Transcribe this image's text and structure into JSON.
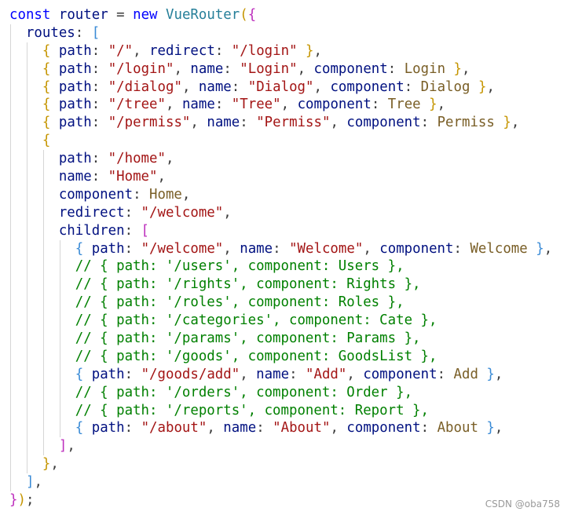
{
  "editor": {
    "lines": [
      {
        "indent": 0,
        "tokens": [
          [
            "const",
            "kw"
          ],
          [
            " ",
            "punc"
          ],
          [
            "router",
            "prop"
          ],
          [
            " = ",
            "punc"
          ],
          [
            "new",
            "kw"
          ],
          [
            " ",
            "punc"
          ],
          [
            "VueRouter",
            "fn"
          ],
          [
            "(",
            "b1"
          ],
          [
            "{",
            "b2"
          ]
        ]
      },
      {
        "indent": 1,
        "tokens": [
          [
            "routes",
            "prop"
          ],
          [
            ": ",
            "punc"
          ],
          [
            "[",
            "b3"
          ]
        ]
      },
      {
        "indent": 2,
        "tokens": [
          [
            "{",
            "b1"
          ],
          [
            " ",
            "punc"
          ],
          [
            "path",
            "prop"
          ],
          [
            ": ",
            "punc"
          ],
          [
            "\"/\"",
            "str"
          ],
          [
            ", ",
            "punc"
          ],
          [
            "redirect",
            "prop"
          ],
          [
            ": ",
            "punc"
          ],
          [
            "\"/login\"",
            "str"
          ],
          [
            " ",
            "punc"
          ],
          [
            "}",
            "b1"
          ],
          [
            ",",
            "punc"
          ]
        ]
      },
      {
        "indent": 2,
        "tokens": [
          [
            "{",
            "b1"
          ],
          [
            " ",
            "punc"
          ],
          [
            "path",
            "prop"
          ],
          [
            ": ",
            "punc"
          ],
          [
            "\"/login\"",
            "str"
          ],
          [
            ", ",
            "punc"
          ],
          [
            "name",
            "prop"
          ],
          [
            ": ",
            "punc"
          ],
          [
            "\"Login\"",
            "str"
          ],
          [
            ", ",
            "punc"
          ],
          [
            "component",
            "prop"
          ],
          [
            ": ",
            "punc"
          ],
          [
            "Login",
            "id"
          ],
          [
            " ",
            "punc"
          ],
          [
            "}",
            "b1"
          ],
          [
            ",",
            "punc"
          ]
        ]
      },
      {
        "indent": 2,
        "tokens": [
          [
            "{",
            "b1"
          ],
          [
            " ",
            "punc"
          ],
          [
            "path",
            "prop"
          ],
          [
            ": ",
            "punc"
          ],
          [
            "\"/dialog\"",
            "str"
          ],
          [
            ", ",
            "punc"
          ],
          [
            "name",
            "prop"
          ],
          [
            ": ",
            "punc"
          ],
          [
            "\"Dialog\"",
            "str"
          ],
          [
            ", ",
            "punc"
          ],
          [
            "component",
            "prop"
          ],
          [
            ": ",
            "punc"
          ],
          [
            "Dialog",
            "id"
          ],
          [
            " ",
            "punc"
          ],
          [
            "}",
            "b1"
          ],
          [
            ",",
            "punc"
          ]
        ]
      },
      {
        "indent": 2,
        "tokens": [
          [
            "{",
            "b1"
          ],
          [
            " ",
            "punc"
          ],
          [
            "path",
            "prop"
          ],
          [
            ": ",
            "punc"
          ],
          [
            "\"/tree\"",
            "str"
          ],
          [
            ", ",
            "punc"
          ],
          [
            "name",
            "prop"
          ],
          [
            ": ",
            "punc"
          ],
          [
            "\"Tree\"",
            "str"
          ],
          [
            ", ",
            "punc"
          ],
          [
            "component",
            "prop"
          ],
          [
            ": ",
            "punc"
          ],
          [
            "Tree",
            "id"
          ],
          [
            " ",
            "punc"
          ],
          [
            "}",
            "b1"
          ],
          [
            ",",
            "punc"
          ]
        ]
      },
      {
        "indent": 2,
        "tokens": [
          [
            "{",
            "b1"
          ],
          [
            " ",
            "punc"
          ],
          [
            "path",
            "prop"
          ],
          [
            ": ",
            "punc"
          ],
          [
            "\"/permiss\"",
            "str"
          ],
          [
            ", ",
            "punc"
          ],
          [
            "name",
            "prop"
          ],
          [
            ": ",
            "punc"
          ],
          [
            "\"Permiss\"",
            "str"
          ],
          [
            ", ",
            "punc"
          ],
          [
            "component",
            "prop"
          ],
          [
            ": ",
            "punc"
          ],
          [
            "Permiss",
            "id"
          ],
          [
            " ",
            "punc"
          ],
          [
            "}",
            "b1"
          ],
          [
            ",",
            "punc"
          ]
        ]
      },
      {
        "indent": 2,
        "tokens": [
          [
            "{",
            "b1"
          ]
        ]
      },
      {
        "indent": 3,
        "tokens": [
          [
            "path",
            "prop"
          ],
          [
            ": ",
            "punc"
          ],
          [
            "\"/home\"",
            "str"
          ],
          [
            ",",
            "punc"
          ]
        ]
      },
      {
        "indent": 3,
        "tokens": [
          [
            "name",
            "prop"
          ],
          [
            ": ",
            "punc"
          ],
          [
            "\"Home\"",
            "str"
          ],
          [
            ",",
            "punc"
          ]
        ]
      },
      {
        "indent": 3,
        "tokens": [
          [
            "component",
            "prop"
          ],
          [
            ": ",
            "punc"
          ],
          [
            "Home",
            "id"
          ],
          [
            ",",
            "punc"
          ]
        ]
      },
      {
        "indent": 3,
        "tokens": [
          [
            "redirect",
            "prop"
          ],
          [
            ": ",
            "punc"
          ],
          [
            "\"/welcome\"",
            "str"
          ],
          [
            ",",
            "punc"
          ]
        ]
      },
      {
        "indent": 3,
        "tokens": [
          [
            "children",
            "prop"
          ],
          [
            ": ",
            "punc"
          ],
          [
            "[",
            "b2"
          ]
        ]
      },
      {
        "indent": 4,
        "tokens": [
          [
            "{",
            "b3"
          ],
          [
            " ",
            "punc"
          ],
          [
            "path",
            "prop"
          ],
          [
            ": ",
            "punc"
          ],
          [
            "\"/welcome\"",
            "str"
          ],
          [
            ", ",
            "punc"
          ],
          [
            "name",
            "prop"
          ],
          [
            ": ",
            "punc"
          ],
          [
            "\"Welcome\"",
            "str"
          ],
          [
            ", ",
            "punc"
          ],
          [
            "component",
            "prop"
          ],
          [
            ": ",
            "punc"
          ],
          [
            "Welcome",
            "id"
          ],
          [
            " ",
            "punc"
          ],
          [
            "}",
            "b3"
          ],
          [
            ",",
            "punc"
          ]
        ]
      },
      {
        "indent": 4,
        "tokens": [
          [
            "// { path: '/users', component: Users },",
            "cmt"
          ]
        ]
      },
      {
        "indent": 4,
        "tokens": [
          [
            "// { path: '/rights', component: Rights },",
            "cmt"
          ]
        ]
      },
      {
        "indent": 4,
        "tokens": [
          [
            "// { path: '/roles', component: Roles },",
            "cmt"
          ]
        ]
      },
      {
        "indent": 4,
        "tokens": [
          [
            "// { path: '/categories', component: Cate },",
            "cmt"
          ]
        ]
      },
      {
        "indent": 4,
        "tokens": [
          [
            "// { path: '/params', component: Params },",
            "cmt"
          ]
        ]
      },
      {
        "indent": 4,
        "tokens": [
          [
            "// { path: '/goods', component: GoodsList },",
            "cmt"
          ]
        ]
      },
      {
        "indent": 4,
        "tokens": [
          [
            "{",
            "b3"
          ],
          [
            " ",
            "punc"
          ],
          [
            "path",
            "prop"
          ],
          [
            ": ",
            "punc"
          ],
          [
            "\"/goods/add\"",
            "str"
          ],
          [
            ", ",
            "punc"
          ],
          [
            "name",
            "prop"
          ],
          [
            ": ",
            "punc"
          ],
          [
            "\"Add\"",
            "str"
          ],
          [
            ", ",
            "punc"
          ],
          [
            "component",
            "prop"
          ],
          [
            ": ",
            "punc"
          ],
          [
            "Add",
            "id"
          ],
          [
            " ",
            "punc"
          ],
          [
            "}",
            "b3"
          ],
          [
            ",",
            "punc"
          ]
        ]
      },
      {
        "indent": 4,
        "tokens": [
          [
            "// { path: '/orders', component: Order },",
            "cmt"
          ]
        ]
      },
      {
        "indent": 4,
        "tokens": [
          [
            "// { path: '/reports', component: Report },",
            "cmt"
          ]
        ]
      },
      {
        "indent": 4,
        "tokens": [
          [
            "{",
            "b3"
          ],
          [
            " ",
            "punc"
          ],
          [
            "path",
            "prop"
          ],
          [
            ": ",
            "punc"
          ],
          [
            "\"/about\"",
            "str"
          ],
          [
            ", ",
            "punc"
          ],
          [
            "name",
            "prop"
          ],
          [
            ": ",
            "punc"
          ],
          [
            "\"About\"",
            "str"
          ],
          [
            ", ",
            "punc"
          ],
          [
            "component",
            "prop"
          ],
          [
            ": ",
            "punc"
          ],
          [
            "About",
            "id"
          ],
          [
            " ",
            "punc"
          ],
          [
            "}",
            "b3"
          ],
          [
            ",",
            "punc"
          ]
        ]
      },
      {
        "indent": 3,
        "tokens": [
          [
            "]",
            "b2"
          ],
          [
            ",",
            "punc"
          ]
        ]
      },
      {
        "indent": 2,
        "tokens": [
          [
            "}",
            "b1"
          ],
          [
            ",",
            "punc"
          ]
        ]
      },
      {
        "indent": 1,
        "tokens": [
          [
            "]",
            "b3"
          ],
          [
            ",",
            "punc"
          ]
        ]
      },
      {
        "indent": 0,
        "tokens": [
          [
            "}",
            "b2"
          ],
          [
            ")",
            "b1"
          ],
          [
            ";",
            "punc"
          ]
        ]
      }
    ]
  },
  "colors": {
    "keyword": "#0000ff",
    "function": "#267f99",
    "property": "#001080",
    "string": "#a31515",
    "identifier": "#795e26",
    "comment": "#008000",
    "bracket_gold": "#c59500",
    "bracket_purple": "#bd2fbd",
    "bracket_blue": "#3a8bd6"
  },
  "watermark": {
    "text": "CSDN @oba758"
  }
}
